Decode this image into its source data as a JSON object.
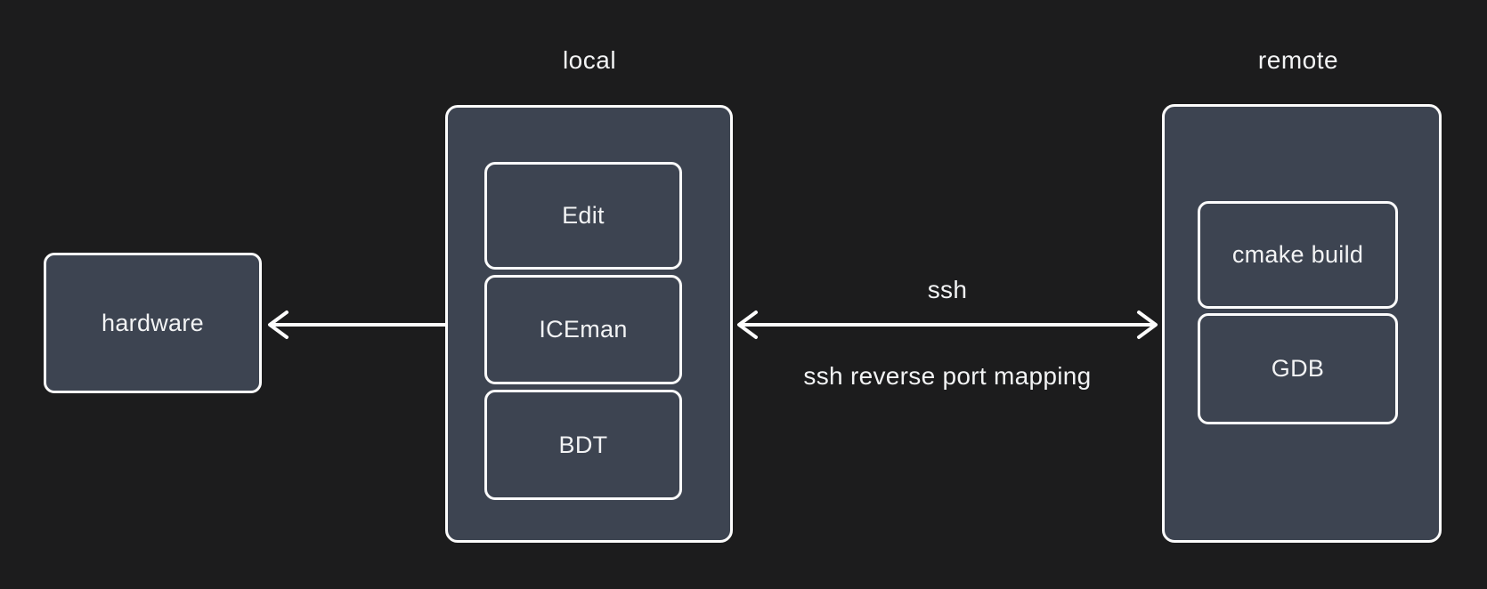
{
  "colors": {
    "background": "#1c1c1d",
    "node_fill": "#3d4451",
    "stroke": "#fcfcfc",
    "text": "#f2f3f4"
  },
  "groups": {
    "local": {
      "title": "local",
      "nodes": [
        {
          "label": "Edit"
        },
        {
          "label": "ICEman"
        },
        {
          "label": "BDT"
        }
      ]
    },
    "remote": {
      "title": "remote",
      "nodes": [
        {
          "label": "cmake build"
        },
        {
          "label": "GDB"
        }
      ]
    }
  },
  "standalone_nodes": {
    "hardware": {
      "label": "hardware"
    }
  },
  "connections": {
    "local_remote": {
      "type": "double-headed-arrow",
      "label_top": "ssh",
      "label_bottom": "ssh reverse port mapping"
    },
    "local_hardware": {
      "type": "single-headed-arrow",
      "direction": "left"
    }
  }
}
